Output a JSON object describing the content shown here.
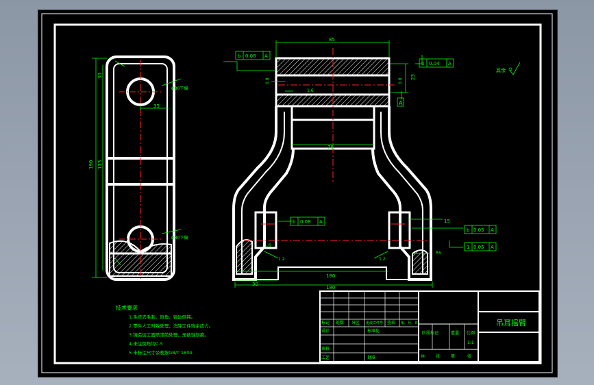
{
  "drawing_title": "吊耳摇臂",
  "scale": "1:1",
  "dims": {
    "top_width": "85",
    "right_height": "23",
    "left_thk1": "0.8",
    "right_thk1": "0.8",
    "inner_ref": "1.6",
    "inner_width": "78",
    "left_height_total": "190",
    "left_height_inner": "123",
    "left_top": "30",
    "left_hole_offset": "35",
    "left_top_hole": "Ø30下偏",
    "left_bot_hole": "Ø30下偏",
    "right_bot_width": "15",
    "right_bot_r": "R5",
    "bot_w_inner": "180",
    "bot_w_outer": "180",
    "bot_h": "30",
    "left_small1": "1.6",
    "left_small2": "1.2",
    "right_small2": "1.2"
  },
  "tolerances": {
    "top_left": {
      "sym": "b",
      "val": "0.08",
      "ref": "A"
    },
    "top_right": {
      "sym": "b",
      "val": "0.04",
      "ref": "A"
    },
    "mid": {
      "sym": "b",
      "val": "0.08",
      "ref": "A"
    },
    "right1": {
      "sym": "b",
      "val": "0.05",
      "ref": "A"
    },
    "right2": {
      "sym": "1",
      "val": "0.05",
      "ref": "A"
    }
  },
  "datum_label": "A",
  "roughness_note": "其余",
  "tech_req": {
    "title": "技术要求",
    "items": [
      "1.毛坯去毛刺、倒角、锐边倒钝。",
      "2.零件人工时效处理，消除工件残余应力。",
      "3.铸造加工面喷漆前处理，无锈蚀划痕。",
      "4.未注倒角均C-5",
      "5.未标注尺寸公差按GB/T 1804."
    ]
  },
  "title_block": {
    "row_labels": [
      "标记",
      "处数",
      "分区",
      "更改文件号",
      "签名",
      "年、月、日"
    ],
    "design": "设计",
    "standard": "标准化",
    "review": "审核",
    "process": "工艺",
    "approve": "批准",
    "stage": "阶段标记",
    "weight": "重量",
    "ratio": "比例",
    "sheets": [
      "共",
      "张",
      "第",
      "张"
    ]
  }
}
